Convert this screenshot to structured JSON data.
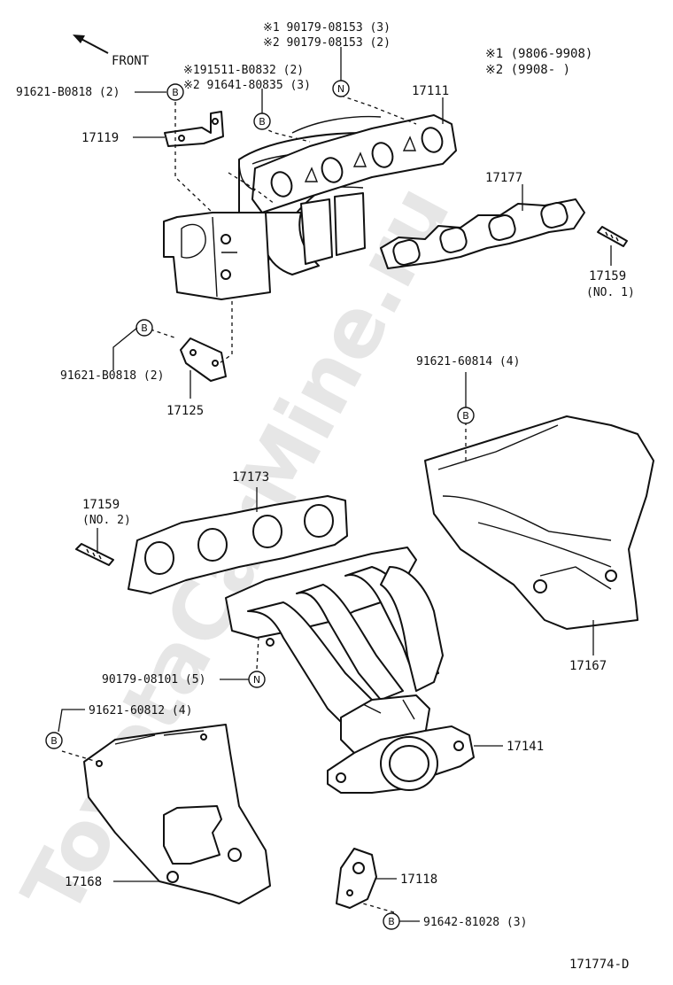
{
  "diagram": {
    "drawing_code": "171774-D",
    "watermark": "ToyotaCarMine.ru",
    "front_label": "FRONT",
    "notes": {
      "note1": "※1 (9806-9908)",
      "note2": "※2 (9908-     )"
    },
    "symbols": {
      "b": "B",
      "n": "N"
    },
    "labels": {
      "nuts_n_1": "※1 90179-08153 (3)",
      "nuts_n_2": "※2 90179-08153 (2)",
      "bolts_b_1": "※191511-B0832 (2)",
      "bolts_b_2": "※2 91641-80835 (3)",
      "bolt_top_left": "91621-B0818 (2)",
      "bolt_lower_left": "91621-B0818 (2)",
      "bolt_cover_right": "91621-60814 (4)",
      "bolt_cover_left": "91621-60812 (4)",
      "nut_lower": "90179-08101 (5)",
      "bolt_bracket": "91642-81028 (3)",
      "p17111": "17111",
      "p17119": "17119",
      "p17177": "17177",
      "p17159_1": "17159",
      "p17159_1_note": "(NO. 1)",
      "p17125": "17125",
      "p17173": "17173",
      "p17159_2": "17159",
      "p17159_2_note": "(NO. 2)",
      "p17167": "17167",
      "p17141": "17141",
      "p17168": "17168",
      "p17118": "17118"
    }
  }
}
